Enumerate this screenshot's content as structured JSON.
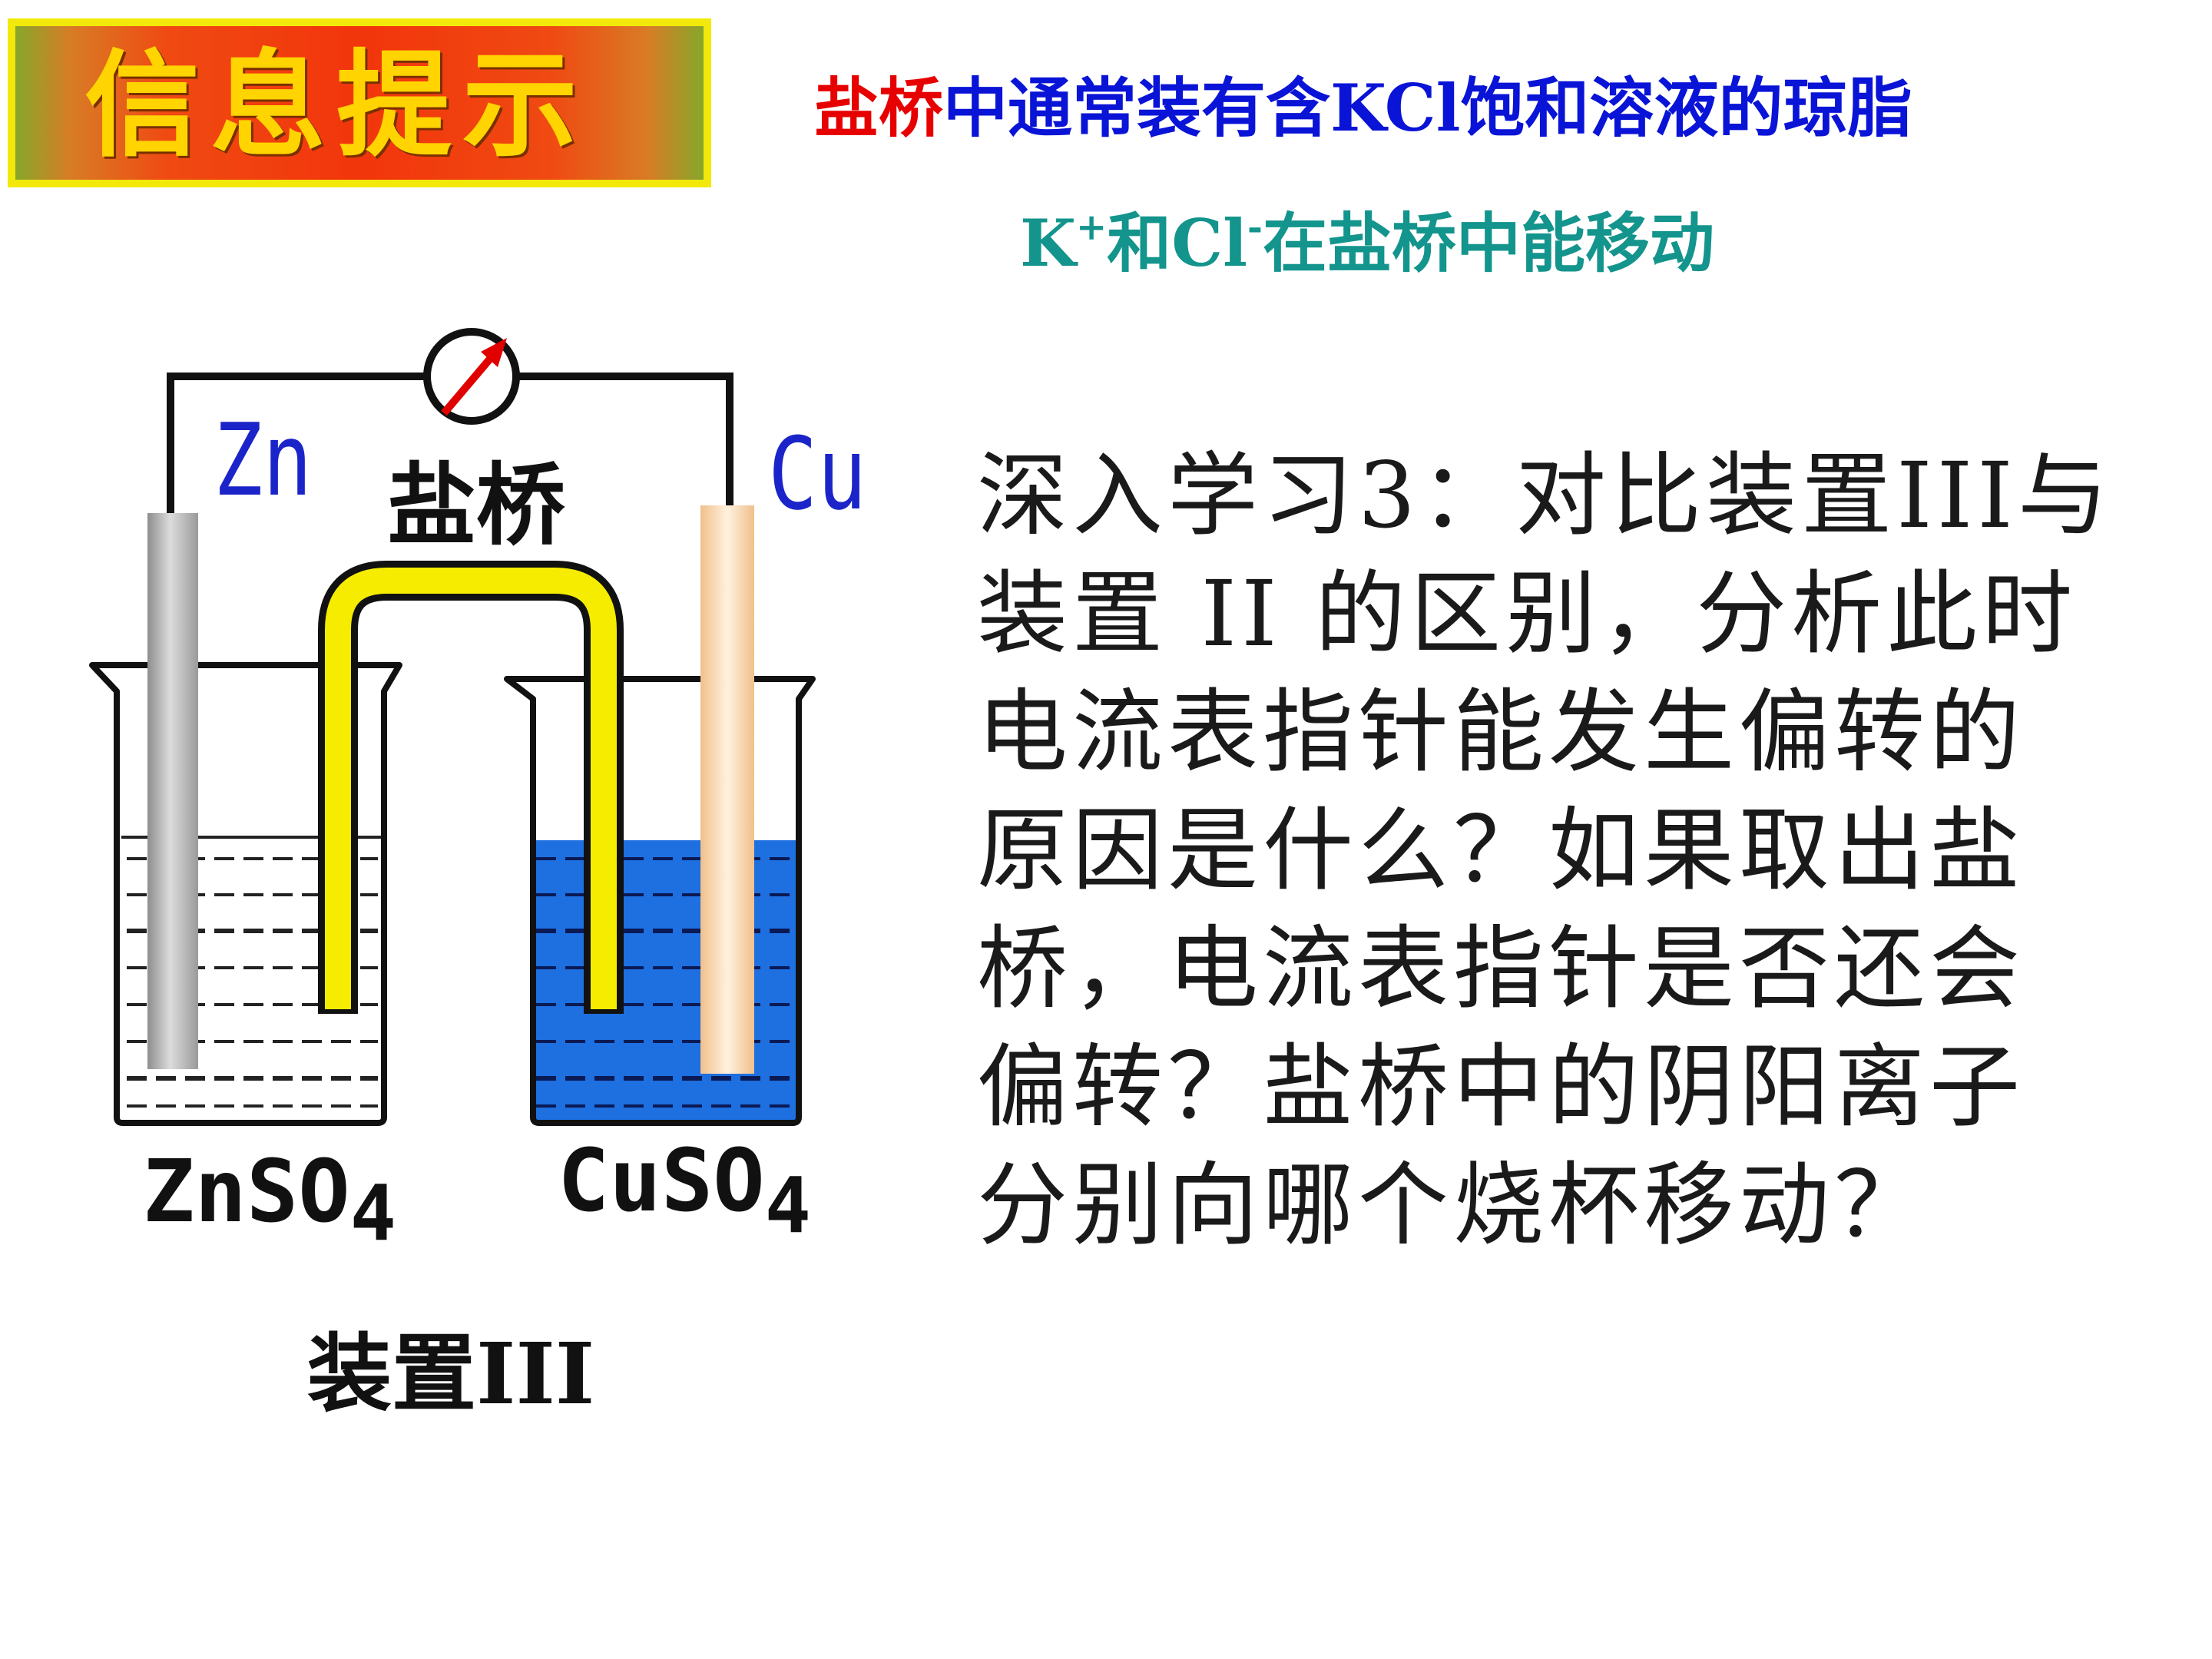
{
  "header": {
    "badge": "信息提示",
    "info_line1_red": "盐桥",
    "info_line1_blue": "中通常装有含KCl饱和溶液的琼脂",
    "info_line2_k": "K",
    "info_line2_plus": "+",
    "info_line2_mid": "和Cl",
    "info_line2_minus": "-",
    "info_line2_end": "在盐桥中能移动"
  },
  "diagram": {
    "zn_label": "Zn",
    "cu_label": "Cu",
    "salt_bridge_label": "盐桥",
    "left_solution": "ZnSO",
    "left_subscript": "4",
    "right_solution": "CuSO",
    "right_subscript": "4",
    "caption": "装置III",
    "colors": {
      "salt_bridge": "#f5ec00",
      "cuso4": "#1e6fe0",
      "zn_rod": "#b5b5b5",
      "cu_rod": "#f9d9b6",
      "meter_needle": "#e00000",
      "electrode_label": "#1b24c8"
    }
  },
  "question": {
    "text": "深入学习3：对比装置III与\n装置 II 的区别，分析此时\n电流表指针能发生偏转的\n原因是什么？如果取出盐\n桥，电流表指针是否还会\n偏转？盐桥中的阴阳离子\n分别向哪个烧杯移动？"
  }
}
